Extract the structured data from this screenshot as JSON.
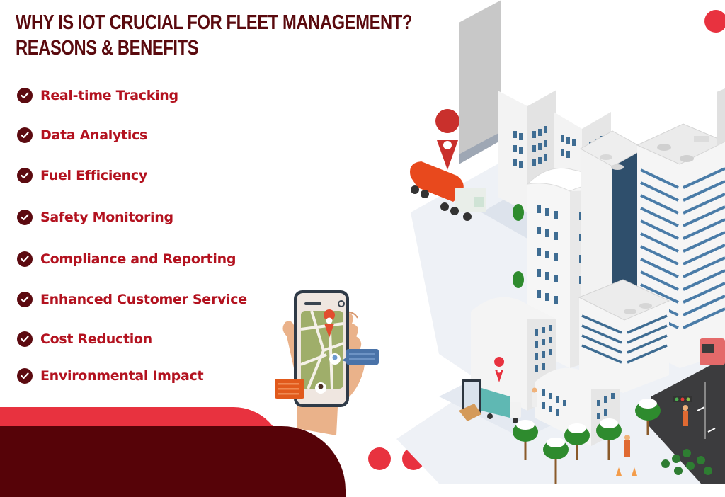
{
  "header": {
    "title_line1": "WHY IS IOT CRUCIAL FOR FLEET MANAGEMENT?",
    "title_line2": "REASONS & BENEFITS"
  },
  "benefits": [
    {
      "label": "Real-time Tracking",
      "icon": "check-circle-icon"
    },
    {
      "label": "Data Analytics",
      "icon": "check-circle-icon"
    },
    {
      "label": "Fuel Efficiency",
      "icon": "check-circle-icon"
    },
    {
      "label": "Safety Monitoring",
      "icon": "check-circle-icon"
    },
    {
      "label": "Compliance and Reporting",
      "icon": "check-circle-icon"
    },
    {
      "label": "Enhanced Customer Service",
      "icon": "check-circle-icon"
    },
    {
      "label": "Cost Reduction",
      "icon": "check-circle-icon"
    },
    {
      "label": "Environmental Impact",
      "icon": "check-circle-icon"
    }
  ],
  "colors": {
    "title": "#5a0a0e",
    "benefit_text": "#b3121f",
    "check_bg": "#5c0a10",
    "accent_red": "#e8323f",
    "dark_maroon": "#560308",
    "building_blue": "#4a7ca8"
  },
  "illustration": {
    "phone_in_hand": "smartphone-map-icon",
    "city": "isometric-city-illustration",
    "vehicles": [
      "tanker-truck-icon",
      "delivery-truck-icon",
      "red-truck-icon"
    ],
    "pins": [
      "location-pin-icon"
    ]
  },
  "decor": {
    "bottom_dots_count": 3
  }
}
